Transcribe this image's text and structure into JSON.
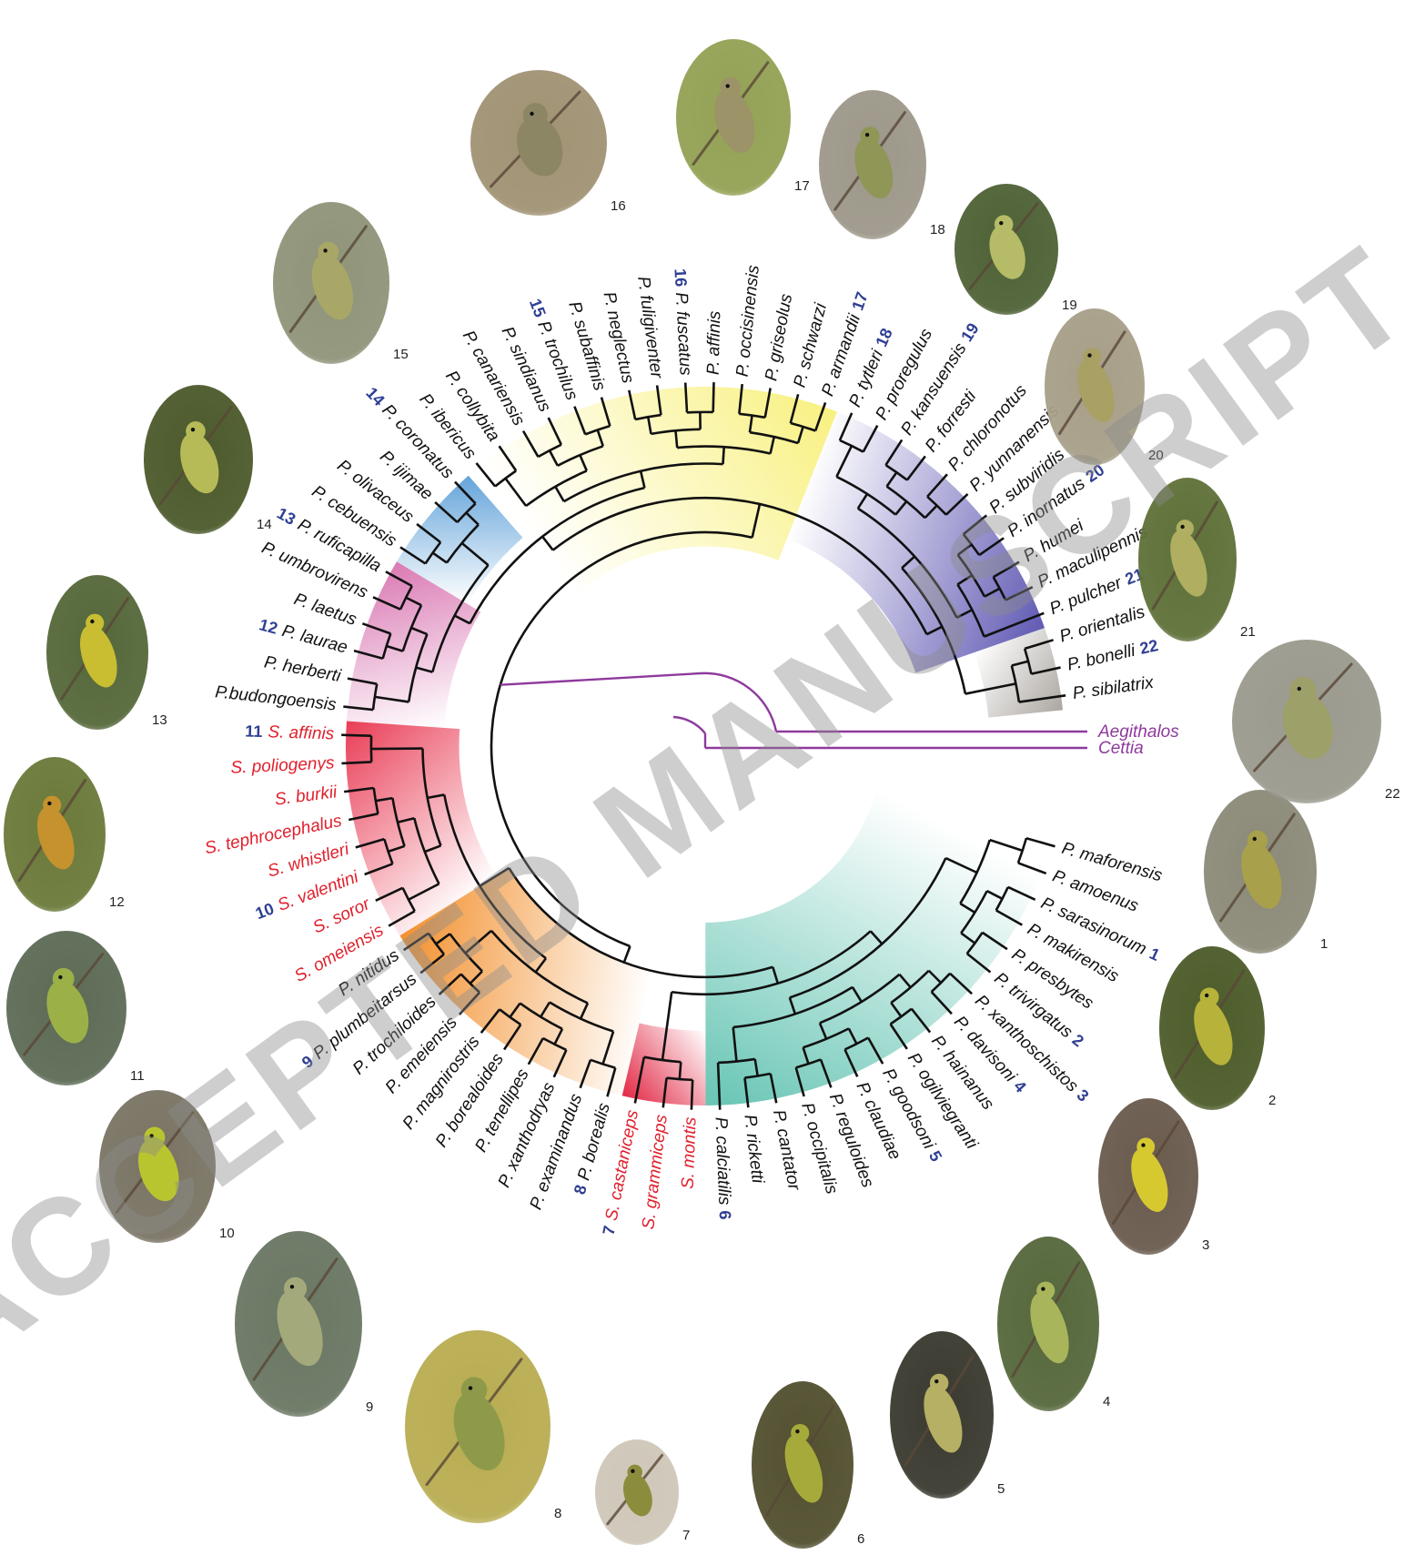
{
  "watermark": "ACCEPTED MANUSCRIPT",
  "colors": {
    "branch": "#111111",
    "outgroup": "#8e3a9c",
    "sicercus_label": "#e0202c",
    "clade_number": "#2f3f93",
    "label": "#111111"
  },
  "clades": [
    {
      "id": "teal",
      "color": "#5fc2b0"
    },
    {
      "id": "red",
      "color": "#e01e3c"
    },
    {
      "id": "orange",
      "color": "#f28a22"
    },
    {
      "id": "red2",
      "color": "#e8334d"
    },
    {
      "id": "pink",
      "color": "#d873b0"
    },
    {
      "id": "blue",
      "color": "#5b9fd8"
    },
    {
      "id": "yellow",
      "color": "#f8f07a"
    },
    {
      "id": "purple",
      "color": "#5952b0"
    },
    {
      "id": "grey",
      "color": "#a7a29c"
    }
  ],
  "tips": [
    {
      "name": "P. maforensis",
      "num": "",
      "group": "teal"
    },
    {
      "name": "P. amoenus",
      "num": "",
      "group": "teal"
    },
    {
      "name": "P. sarasinorum",
      "num": "1",
      "group": "teal"
    },
    {
      "name": "P. makirensis",
      "num": "",
      "group": "teal"
    },
    {
      "name": "P. presbytes",
      "num": "",
      "group": "teal"
    },
    {
      "name": "P. trivirgatus",
      "num": "2",
      "group": "teal"
    },
    {
      "name": "P. xanthoschistos",
      "num": "3",
      "group": "teal"
    },
    {
      "name": "P. davisoni",
      "num": "4",
      "group": "teal"
    },
    {
      "name": "P. hainanus",
      "num": "",
      "group": "teal"
    },
    {
      "name": "P. ogilviegranti",
      "num": "",
      "group": "teal"
    },
    {
      "name": "P. goodsoni",
      "num": "5",
      "group": "teal"
    },
    {
      "name": "P. claudiae",
      "num": "",
      "group": "teal"
    },
    {
      "name": "P. reguloides",
      "num": "",
      "group": "teal"
    },
    {
      "name": "P. occipitalis",
      "num": "",
      "group": "teal"
    },
    {
      "name": "P. cantator",
      "num": "",
      "group": "teal"
    },
    {
      "name": "P. ricketti",
      "num": "",
      "group": "teal"
    },
    {
      "name": "P. calciatilis",
      "num": "6",
      "group": "teal"
    },
    {
      "name": "S. montis",
      "num": "",
      "group": "red",
      "sicercus": true
    },
    {
      "name": "S. grammiceps",
      "num": "",
      "group": "red",
      "sicercus": true
    },
    {
      "name": "S. castaniceps",
      "num": "7",
      "group": "red",
      "sicercus": true
    },
    {
      "name": "P. borealis",
      "num": "8",
      "group": "orange"
    },
    {
      "name": "P. examinandus",
      "num": "",
      "group": "orange"
    },
    {
      "name": "P. xanthodryas",
      "num": "",
      "group": "orange"
    },
    {
      "name": "P. tenellipes",
      "num": "",
      "group": "orange"
    },
    {
      "name": "P. borealoides",
      "num": "",
      "group": "orange"
    },
    {
      "name": "P. magnirostris",
      "num": "",
      "group": "orange"
    },
    {
      "name": "P. emeiensis",
      "num": "",
      "group": "orange"
    },
    {
      "name": "P. trochiloides",
      "num": "",
      "group": "orange"
    },
    {
      "name": "P. plumbeitarsus",
      "num": "9",
      "group": "orange"
    },
    {
      "name": "P. nitidus",
      "num": "",
      "group": "orange"
    },
    {
      "name": "S. omeiensis",
      "num": "",
      "group": "red2",
      "sicercus": true
    },
    {
      "name": "S. soror",
      "num": "",
      "group": "red2",
      "sicercus": true
    },
    {
      "name": "S. valentini",
      "num": "10",
      "group": "red2",
      "sicercus": true
    },
    {
      "name": "S. whistleri",
      "num": "",
      "group": "red2",
      "sicercus": true
    },
    {
      "name": "S. tephrocephalus",
      "num": "",
      "group": "red2",
      "sicercus": true
    },
    {
      "name": "S. burkii",
      "num": "",
      "group": "red2",
      "sicercus": true
    },
    {
      "name": "S. poliogenys",
      "num": "",
      "group": "red2",
      "sicercus": true
    },
    {
      "name": "S. affinis",
      "num": "11",
      "group": "red2",
      "sicercus": true
    },
    {
      "name": "P.budongoensis",
      "num": "",
      "group": "pink"
    },
    {
      "name": "P. herberti",
      "num": "",
      "group": "pink"
    },
    {
      "name": "P. laurae",
      "num": "12",
      "group": "pink"
    },
    {
      "name": "P. laetus",
      "num": "",
      "group": "pink"
    },
    {
      "name": "P. umbrovirens",
      "num": "",
      "group": "pink"
    },
    {
      "name": "P. ruficapilla",
      "num": "13",
      "group": "pink"
    },
    {
      "name": "P. cebuensis",
      "num": "",
      "group": "blue"
    },
    {
      "name": "P. olivaceus",
      "num": "",
      "group": "blue"
    },
    {
      "name": "P. ijimae",
      "num": "",
      "group": "blue"
    },
    {
      "name": "P. coronatus",
      "num": "14",
      "group": "blue"
    },
    {
      "name": "P. ibericus",
      "num": "",
      "group": "yellow"
    },
    {
      "name": "P. collybita",
      "num": "",
      "group": "yellow"
    },
    {
      "name": "P. canariensis",
      "num": "",
      "group": "yellow"
    },
    {
      "name": "P. sindianus",
      "num": "",
      "group": "yellow"
    },
    {
      "name": "P. trochilus",
      "num": "15",
      "group": "yellow"
    },
    {
      "name": "P. subaffinis",
      "num": "",
      "group": "yellow"
    },
    {
      "name": "P. neglectus",
      "num": "",
      "group": "yellow"
    },
    {
      "name": "P. fuligiventer",
      "num": "",
      "group": "yellow"
    },
    {
      "name": "P. fuscatus",
      "num": "16",
      "group": "yellow"
    },
    {
      "name": "P. affinis",
      "num": "",
      "group": "yellow"
    },
    {
      "name": "P. occisinensis",
      "num": "",
      "group": "yellow"
    },
    {
      "name": "P. griseolus",
      "num": "",
      "group": "yellow"
    },
    {
      "name": "P. schwarzi",
      "num": "",
      "group": "yellow"
    },
    {
      "name": "P. armandii",
      "num": "17",
      "group": "yellow"
    },
    {
      "name": "P. tytleri",
      "num": "18",
      "group": "purple"
    },
    {
      "name": "P. proregulus",
      "num": "",
      "group": "purple"
    },
    {
      "name": "P. kansuensis",
      "num": "19",
      "group": "purple"
    },
    {
      "name": "P. forresti",
      "num": "",
      "group": "purple"
    },
    {
      "name": "P. chloronotus",
      "num": "",
      "group": "purple"
    },
    {
      "name": "P. yunnanensis",
      "num": "",
      "group": "purple"
    },
    {
      "name": "P. subviridis",
      "num": "",
      "group": "purple"
    },
    {
      "name": "P. inornatus",
      "num": "20",
      "group": "purple"
    },
    {
      "name": "P. humei",
      "num": "",
      "group": "purple"
    },
    {
      "name": "P. maculipennis",
      "num": "",
      "group": "purple"
    },
    {
      "name": "P. pulcher",
      "num": "21",
      "group": "purple"
    },
    {
      "name": "P. orientalis",
      "num": "",
      "group": "grey"
    },
    {
      "name": "P. bonelli",
      "num": "22",
      "group": "grey"
    },
    {
      "name": "P. sibilatrix",
      "num": "",
      "group": "grey"
    }
  ],
  "outgroups": [
    {
      "name": "Aegithalos"
    },
    {
      "name": "Cettia"
    }
  ],
  "photos": [
    {
      "num": "1",
      "bg": "#8c8a78",
      "bird": "#a8a04a"
    },
    {
      "num": "2",
      "bg": "#4d5c2a",
      "bird": "#b7b23a"
    },
    {
      "num": "3",
      "bg": "#6a5b4e",
      "bird": "#d6c930"
    },
    {
      "num": "4",
      "bg": "#56683c",
      "bird": "#a9b55a"
    },
    {
      "num": "5",
      "bg": "#3a3a30",
      "bird": "#b5b063"
    },
    {
      "num": "6",
      "bg": "#52502f",
      "bird": "#a6aa3a"
    },
    {
      "num": "7",
      "bg": "#cfc7b9",
      "bird": "#8c8d3c"
    },
    {
      "num": "8",
      "bg": "#b9ad52",
      "bird": "#8e9a4a"
    },
    {
      "num": "9",
      "bg": "#6a7763",
      "bird": "#a3a97a"
    },
    {
      "num": "10",
      "bg": "#7a7464",
      "bird": "#b9c52f"
    },
    {
      "num": "11",
      "bg": "#5d6b56",
      "bird": "#9bb148"
    },
    {
      "num": "12",
      "bg": "#6b7a3a",
      "bird": "#c5922e"
    },
    {
      "num": "13",
      "bg": "#55683a",
      "bird": "#c9bd32"
    },
    {
      "num": "14",
      "bg": "#4c5a2c",
      "bird": "#b6bb58"
    },
    {
      "num": "15",
      "bg": "#8f9479",
      "bird": "#a8a767"
    },
    {
      "num": "16",
      "bg": "#a19374",
      "bird": "#8d8665"
    },
    {
      "num": "17",
      "bg": "#93a255",
      "bird": "#9c9368"
    },
    {
      "num": "18",
      "bg": "#9d988a",
      "bird": "#8f9656"
    },
    {
      "num": "19",
      "bg": "#4f6236",
      "bird": "#b6bb67"
    },
    {
      "num": "20",
      "bg": "#a79f88",
      "bird": "#a9a064"
    },
    {
      "num": "21",
      "bg": "#5f7139",
      "bird": "#afae61"
    },
    {
      "num": "22",
      "bg": "#9b9a8e",
      "bird": "#9ea06a"
    }
  ]
}
